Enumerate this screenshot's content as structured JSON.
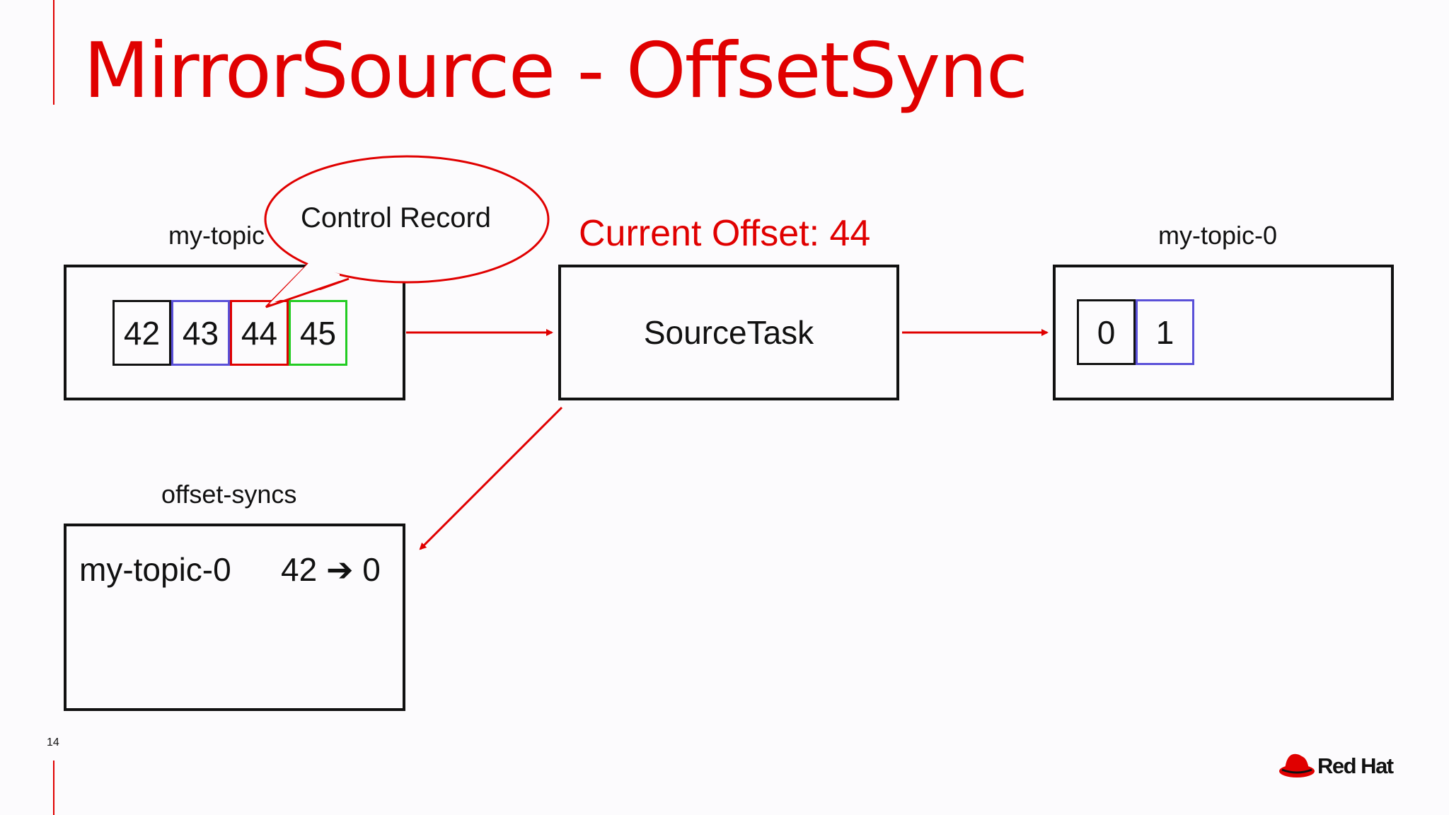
{
  "slide": {
    "title": "MirrorSource - OffsetSync",
    "page_number": "14",
    "brand": "Red Hat"
  },
  "source_topic": {
    "label": "my-topic",
    "records": [
      {
        "offset": "42",
        "color": "#111111"
      },
      {
        "offset": "43",
        "color": "#5a50d8"
      },
      {
        "offset": "44",
        "color": "#e00000"
      },
      {
        "offset": "45",
        "color": "#22cc22"
      }
    ]
  },
  "callout": {
    "text": "Control Record"
  },
  "source_task": {
    "label": "SourceTask",
    "current_offset": "Current Offset: 44"
  },
  "target_topic": {
    "label": "my-topic-0",
    "records": [
      {
        "offset": "0",
        "color": "#111111"
      },
      {
        "offset": "1",
        "color": "#5a50d8"
      }
    ]
  },
  "offset_syncs": {
    "label": "offset-syncs",
    "entry_topic": "my-topic-0",
    "entry_mapping": "42 ➔ 0"
  },
  "colors": {
    "accent": "#e00000"
  }
}
